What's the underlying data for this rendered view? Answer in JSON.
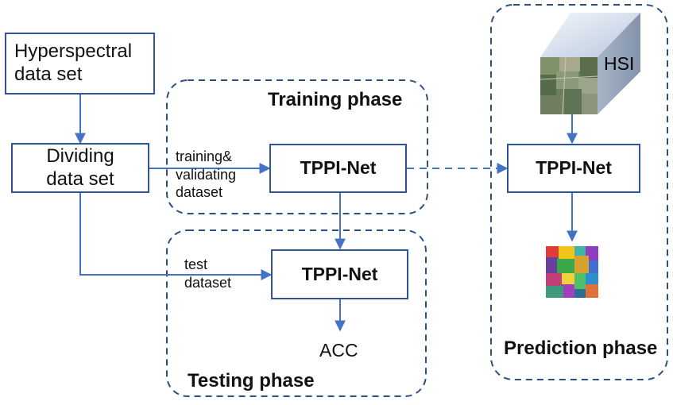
{
  "nodes": {
    "hyperspectral": "Hyperspectral\ndata set",
    "dividing": "Dividing\ndata set",
    "tppi_train": "TPPI-Net",
    "tppi_test": "TPPI-Net",
    "tppi_predict": "TPPI-Net",
    "acc": "ACC",
    "hsi": "HSI"
  },
  "edge_labels": {
    "train_val": "training&\nvalidating\ndataset",
    "test": "test\ndataset"
  },
  "phases": {
    "training": "Training phase",
    "testing": "Testing phase",
    "prediction": "Prediction phase"
  },
  "colors": {
    "line": "#4472c4",
    "box_border": "#2f5597",
    "dashed_border": "#2f4f7f"
  }
}
